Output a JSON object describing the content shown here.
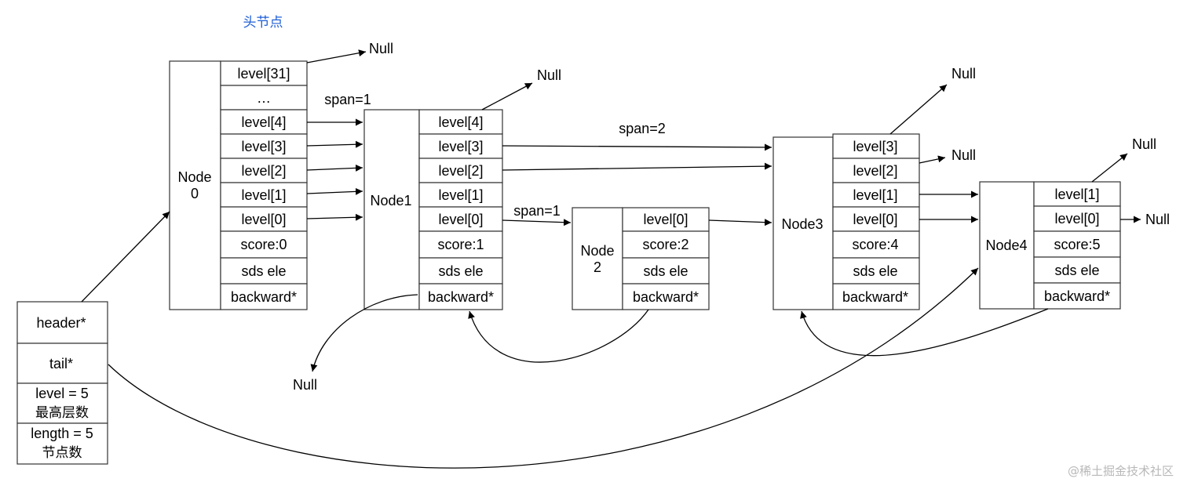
{
  "header_label": "头节点",
  "watermark": "@稀土掘金技术社区",
  "nodes": {
    "node0": {
      "name_line1": "Node",
      "name_line2": "0",
      "cells": [
        "level[31]",
        "…",
        "level[4]",
        "level[3]",
        "level[2]",
        "level[1]",
        "level[0]",
        "score:0",
        "sds ele",
        "backward*"
      ]
    },
    "node1": {
      "name": "Node1",
      "cells": [
        "level[4]",
        "level[3]",
        "level[2]",
        "level[1]",
        "level[0]",
        "score:1",
        "sds ele",
        "backward*"
      ]
    },
    "node2": {
      "name_line1": "Node",
      "name_line2": "2",
      "cells": [
        "level[0]",
        "score:2",
        "sds ele",
        "backward*"
      ]
    },
    "node3": {
      "name": "Node3",
      "cells": [
        "level[3]",
        "level[2]",
        "level[1]",
        "level[0]",
        "score:4",
        "sds ele",
        "backward*"
      ]
    },
    "node4": {
      "name": "Node4",
      "cells": [
        "level[1]",
        "level[0]",
        "score:5",
        "sds ele",
        "backward*"
      ]
    }
  },
  "list_struct": {
    "header": "header*",
    "tail": "tail*",
    "level_line1": "level = 5",
    "level_line2": "最高层数",
    "length_line1": "length = 5",
    "length_line2": "节点数"
  },
  "spans": {
    "span_n0_n1": "span=1",
    "span_n1_n3": "span=2",
    "span_n1_n2": "span=1"
  },
  "nulls": {
    "n0_top": "Null",
    "n1_top": "Null",
    "n3_top": "Null",
    "n3_level2": "Null",
    "n4_top": "Null",
    "n4_level0": "Null",
    "n1_backward": "Null"
  }
}
